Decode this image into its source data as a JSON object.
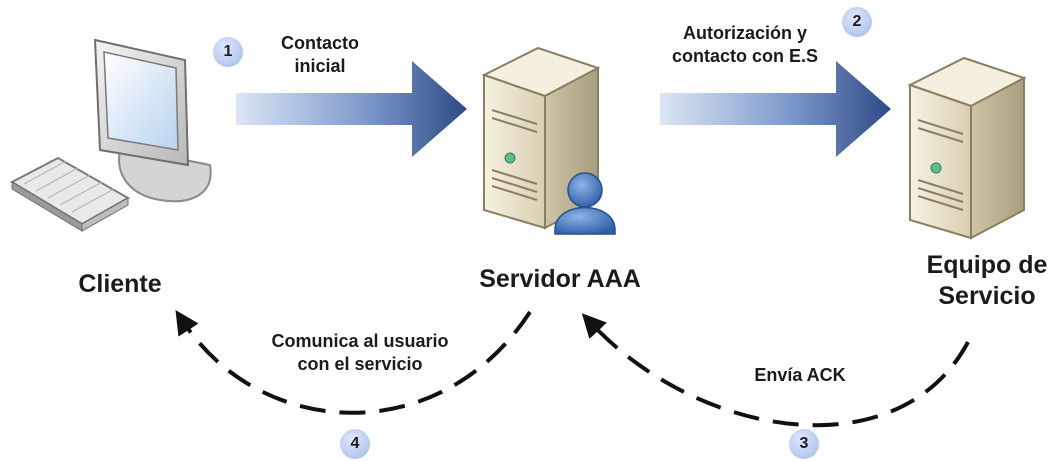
{
  "nodes": {
    "client": {
      "label": "Cliente",
      "icon": "desktop-computer-icon"
    },
    "aaa_server": {
      "label": "Servidor AAA",
      "icon": "server-with-user-icon"
    },
    "service_equipment": {
      "label_line1": "Equipo de",
      "label_line2": "Servicio",
      "icon": "server-tower-icon"
    }
  },
  "edges": {
    "contact": {
      "step": "1",
      "line1": "Contacto",
      "line2": "inicial"
    },
    "authorization": {
      "step": "2",
      "line1": "Autorización y",
      "line2": "contacto con E.S"
    },
    "ack": {
      "step": "3",
      "text": "Envía ACK"
    },
    "communicate": {
      "step": "4",
      "line1": "Comunica al usuario",
      "line2": "con el servicio"
    }
  },
  "colors": {
    "arrow_dark": "#2e4a86",
    "arrow_light": "#d7e2f3",
    "step_badge": "#b4c7ef",
    "dashed_line": "#111111",
    "server_body": "#ece4cc"
  }
}
